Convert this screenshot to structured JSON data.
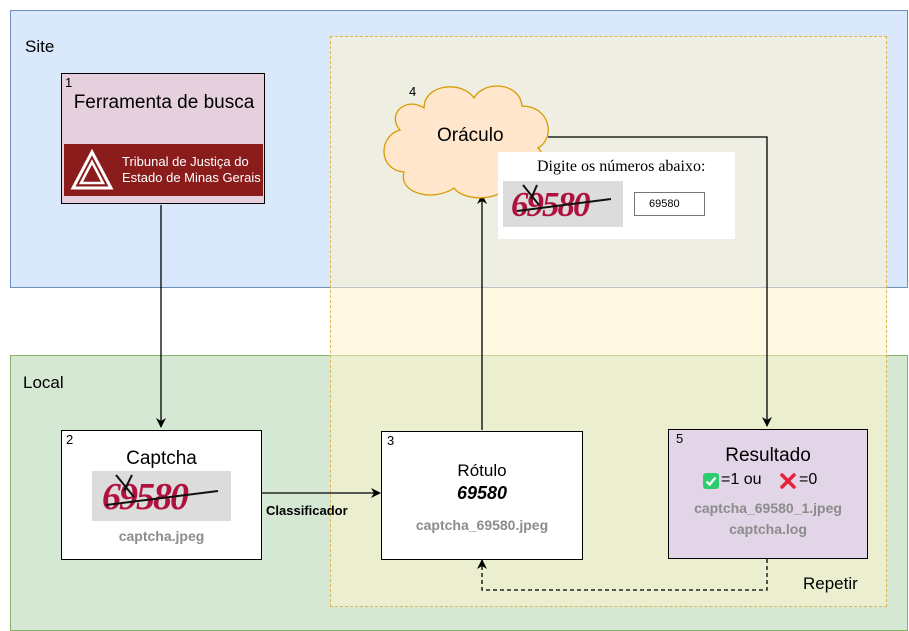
{
  "regions": {
    "site_label": "Site",
    "local_label": "Local",
    "repeat_label": "Repetir"
  },
  "nodes": {
    "search_tool": {
      "number": "1",
      "title": "Ferramenta de busca",
      "logo_text_line1": "Tribunal de Justiça do",
      "logo_text_line2": "Estado de Minas Gerais"
    },
    "oracle": {
      "number": "4",
      "title": "Oráculo",
      "form_label": "Digite os números abaixo:",
      "form_input_value": "69580",
      "captcha_text": "69580"
    },
    "captcha": {
      "number": "2",
      "title": "Captcha",
      "captcha_text": "69580",
      "file": "captcha.jpeg"
    },
    "label": {
      "number": "3",
      "title": "Rótulo",
      "value": "69580",
      "file": "captcha_69580.jpeg"
    },
    "result": {
      "number": "5",
      "title": "Resultado",
      "check_icon": "check-icon",
      "cross_icon": "cross-icon",
      "formula_check": "=1 ou",
      "formula_cross": "=0",
      "file1": "captcha_69580_1.jpeg",
      "file2": "captcha.log"
    }
  },
  "edges": {
    "classifier_label": "Classificador"
  },
  "colors": {
    "site_bg": "#dae8fc",
    "local_bg": "#d5e8d4",
    "repeat_bg": "#fff2cc",
    "search_tool_bg": "#e6d0de",
    "result_bg": "#e1d5e7",
    "oracle_cloud": "#ffe6cc",
    "tj_logo": "#8b1c1c",
    "check": "#2ecc71",
    "cross": "#e8213a"
  }
}
